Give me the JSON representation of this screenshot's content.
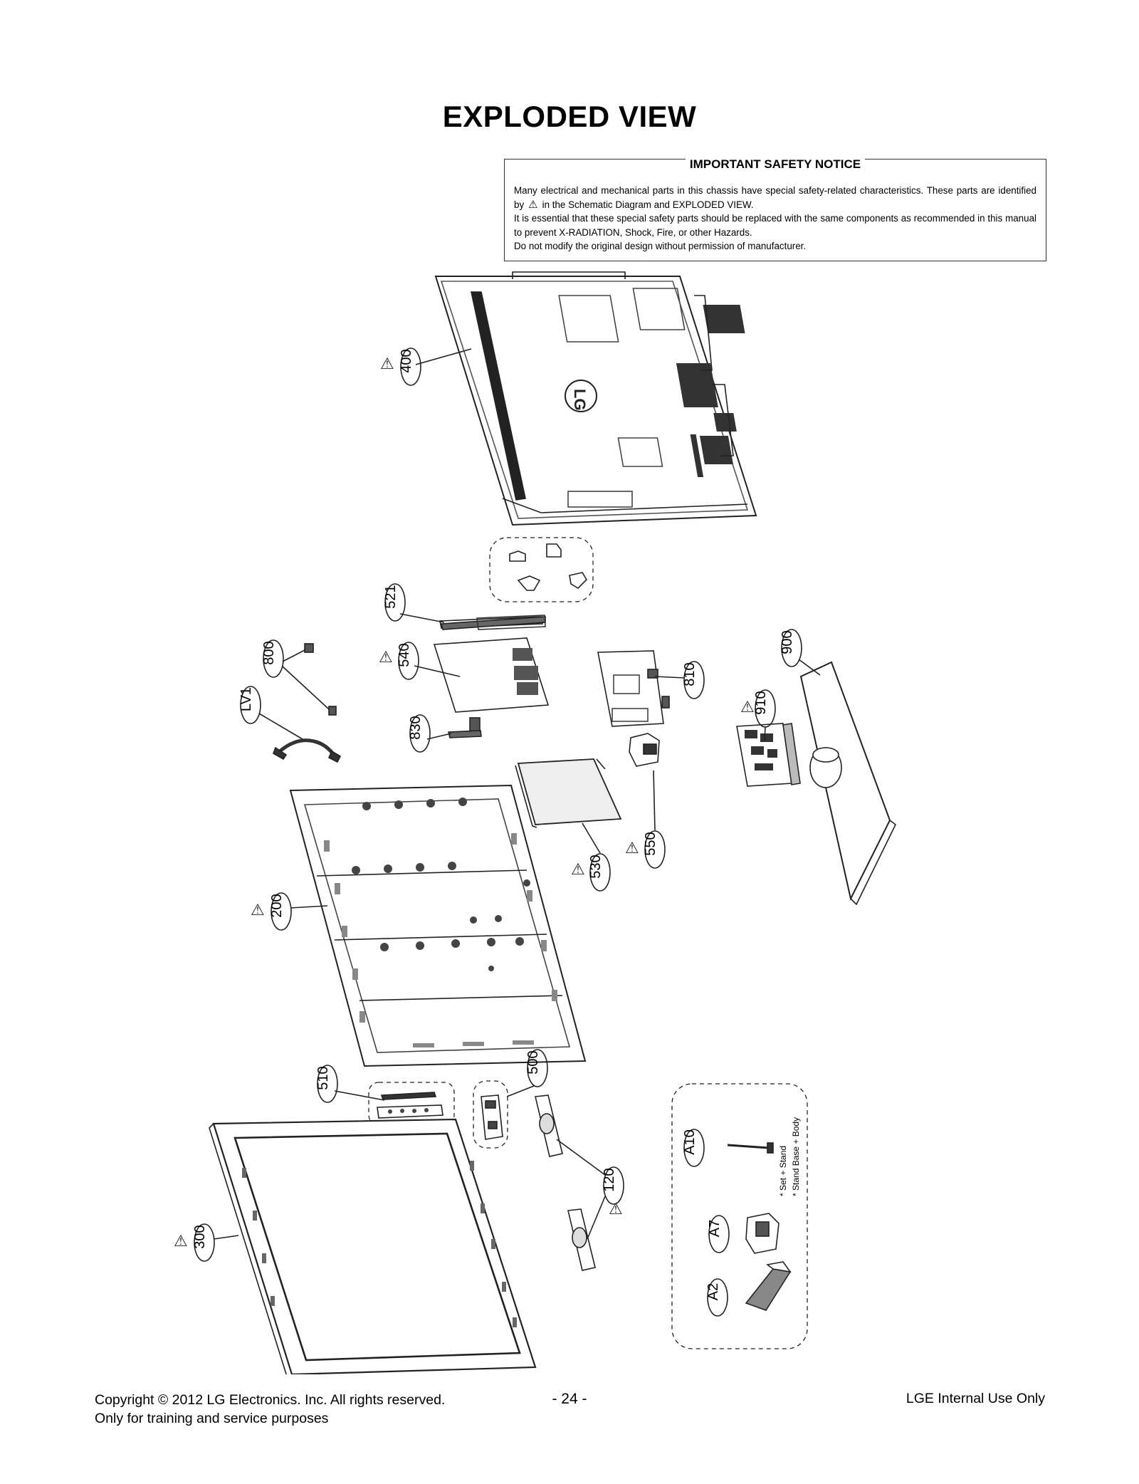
{
  "title": "EXPLODED VIEW",
  "notice": {
    "heading": "IMPORTANT SAFETY NOTICE",
    "line1": "Many electrical and mechanical parts in this chassis have special safety-related characteristics. These parts are identified by",
    "line1b": "in the Schematic Diagram and EXPLODED VIEW.",
    "line2": "It is essential that these special safety parts should be replaced with the same components as recommended in this manual to prevent X-RADIATION, Shock, Fire, or other Hazards.",
    "line3": "Do not modify the original design without permission of manufacturer."
  },
  "parts": {
    "p400": "400",
    "p521": "521",
    "p800": "800",
    "p540": "540",
    "p810": "810",
    "p900": "900",
    "p910": "910",
    "pLV1": "LV1",
    "p830": "830",
    "p200": "200",
    "p530": "530",
    "p550": "550",
    "p510": "510",
    "p500": "500",
    "p120": "120",
    "p300": "300",
    "pA10": "A10",
    "pA7": "A7",
    "pA2": "A2"
  },
  "accessory_note": {
    "line1": "* Set + Stand",
    "line2": "* Stand Base + Body"
  },
  "logo_text": "LG",
  "footer": {
    "copyright": "Copyright © 2012 LG Electronics. Inc. All rights reserved.",
    "training": "Only for training and service purposes",
    "page": "- 24 -",
    "internal": "LGE Internal Use Only"
  }
}
